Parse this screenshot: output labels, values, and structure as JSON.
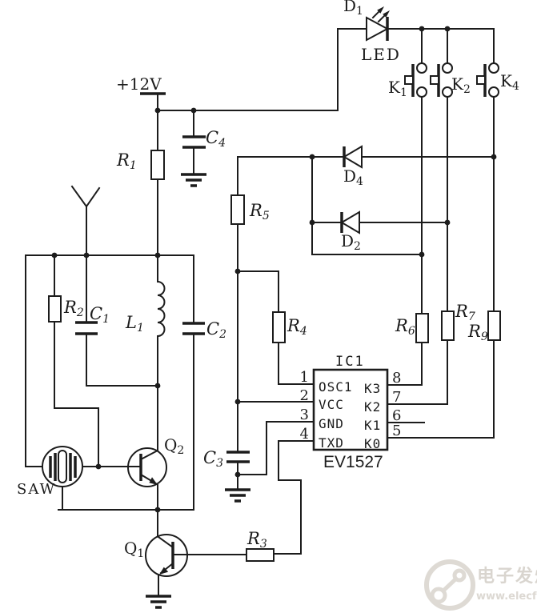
{
  "power_label": "+12V",
  "components": {
    "d1": {
      "base": "D",
      "sub": "1"
    },
    "led": "LED",
    "k1": {
      "base": "K",
      "sub": "1"
    },
    "k2": {
      "base": "K",
      "sub": "2"
    },
    "k4": {
      "base": "K",
      "sub": "4"
    },
    "c4": {
      "base": "C",
      "sub": "4"
    },
    "r1": {
      "base": "R",
      "sub": "1"
    },
    "r5": {
      "base": "R",
      "sub": "5"
    },
    "d4": {
      "base": "D",
      "sub": "4"
    },
    "d2": {
      "base": "D",
      "sub": "2"
    },
    "r2": {
      "base": "R",
      "sub": "2"
    },
    "c1": {
      "base": "C",
      "sub": "1"
    },
    "l1": {
      "base": "L",
      "sub": "1"
    },
    "c2": {
      "base": "C",
      "sub": "2"
    },
    "r4": {
      "base": "R",
      "sub": "4"
    },
    "r6": {
      "base": "R",
      "sub": "6"
    },
    "r7": {
      "base": "R",
      "sub": "7"
    },
    "r9": {
      "base": "R",
      "sub": "9"
    },
    "saw": "SAW",
    "q2": {
      "base": "Q",
      "sub": "2"
    },
    "q1": {
      "base": "Q",
      "sub": "1"
    },
    "c3": {
      "base": "C",
      "sub": "3"
    },
    "r3": {
      "base": "R",
      "sub": "3"
    }
  },
  "ic": {
    "ref": "IC1",
    "part": "EV1527",
    "left_pins": [
      {
        "num": "1",
        "name": "OSC1"
      },
      {
        "num": "2",
        "name": "VCC"
      },
      {
        "num": "3",
        "name": "GND"
      },
      {
        "num": "4",
        "name": "TXD"
      }
    ],
    "right_pins": [
      {
        "num": "8",
        "name": "K3"
      },
      {
        "num": "7",
        "name": "K2"
      },
      {
        "num": "6",
        "name": "K1"
      },
      {
        "num": "5",
        "name": "K0"
      }
    ]
  },
  "watermark": {
    "name": "电子发烧友",
    "url": "www.elecfans.com"
  },
  "colors": {
    "ink": "#1c1c1c",
    "background": "#ffffff",
    "watermark": "#dcd8d2"
  }
}
